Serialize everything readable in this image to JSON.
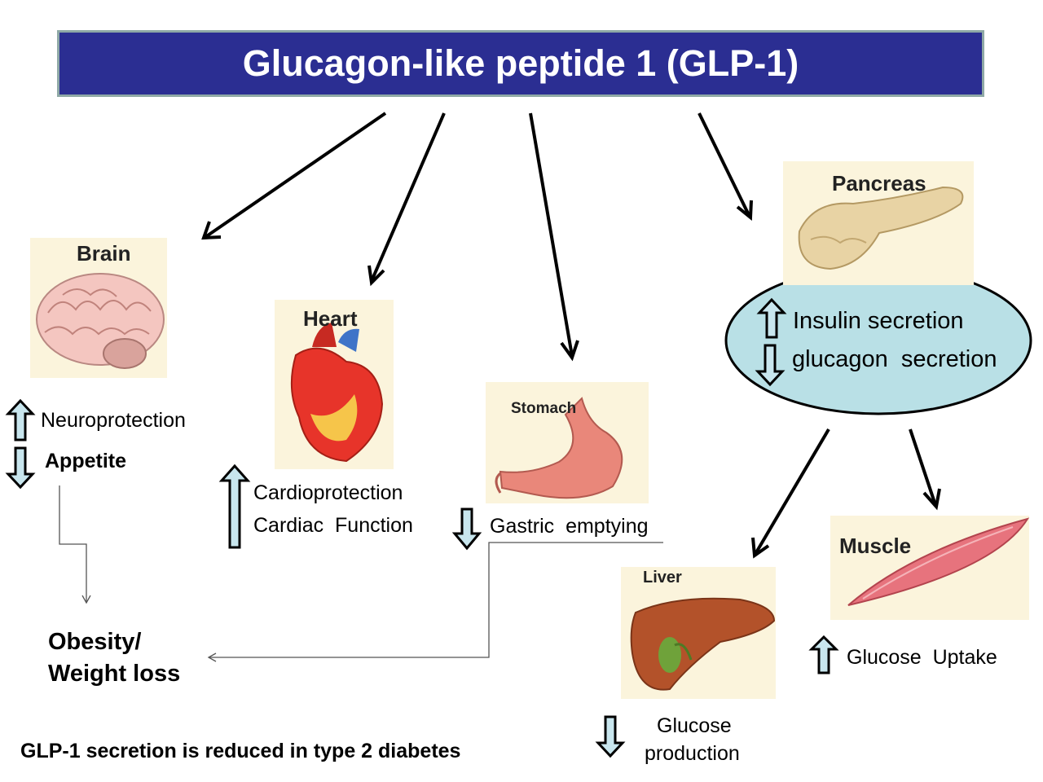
{
  "title": "Glucagon-like peptide 1 (GLP-1)",
  "organs": {
    "brain": {
      "label": "Brain",
      "effects": [
        "Neuroprotection",
        "Appetite"
      ]
    },
    "heart": {
      "label": "Heart",
      "effects": [
        "Cardioprotection",
        "Cardiac  Function"
      ]
    },
    "stomach": {
      "label": "Stomach",
      "effects": [
        "Gastric  emptying"
      ]
    },
    "pancreas": {
      "label": "Pancreas",
      "effects": [
        "Insulin secretion",
        "glucagon  secretion"
      ]
    },
    "liver": {
      "label": "Liver",
      "effects": [
        "Glucose",
        "production"
      ]
    },
    "muscle": {
      "label": "Muscle",
      "effects": [
        "Glucose  Uptake"
      ]
    }
  },
  "outcome": {
    "line1": "Obesity/",
    "line2": "Weight loss"
  },
  "footnote": "GLP-1 secretion is reduced in type 2 diabetes",
  "colors": {
    "title_bg": "#2b2e92",
    "ellipse_fill": "#b9e0e6",
    "arrow_fill": "#c8e6ee"
  }
}
